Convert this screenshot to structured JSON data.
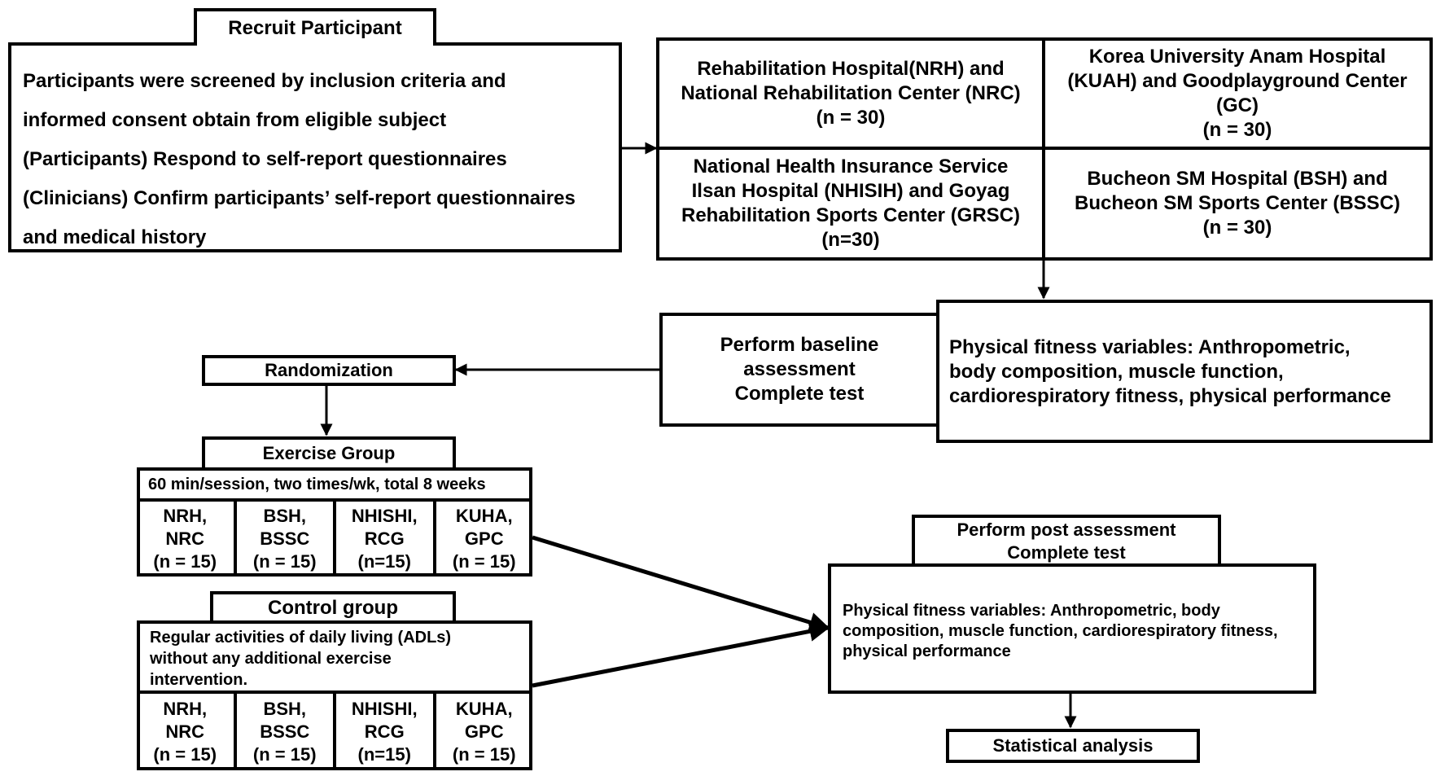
{
  "recruit": {
    "title": "Recruit Participant",
    "line1": "Participants were screened by inclusion criteria and",
    "line2": "informed consent obtain from eligible subject",
    "line3": "(Participants) Respond to self-report questionnaires",
    "line4": "(Clinicians) Confirm participants’ self-report questionnaires",
    "line5": "and medical history"
  },
  "sites": {
    "nrh": {
      "l1": "Rehabilitation Hospital(NRH) and",
      "l2": "National Rehabilitation Center (NRC)",
      "l3": "(n = 30)"
    },
    "kuah": {
      "l1": "Korea University Anam Hospital",
      "l2": "(KUAH) and Goodplayground Center",
      "l3": "(GC)",
      "l4": "(n = 30)"
    },
    "nhisih": {
      "l1": "National Health Insurance Service",
      "l2": "Ilsan Hospital (NHISIH) and Goyag",
      "l3": "Rehabilitation Sports Center (GRSC)",
      "l4": "(n=30)"
    },
    "bsh": {
      "l1": "Bucheon SM Hospital (BSH) and",
      "l2": "Bucheon SM Sports Center (BSSC)",
      "l3": "(n = 30)"
    }
  },
  "baseline": {
    "l1": "Perform baseline",
    "l2": "assessment",
    "l3": "Complete test",
    "vars_l1": "Physical fitness variables: Anthropometric,",
    "vars_l2": "body composition, muscle function,",
    "vars_l3": "cardiorespiratory fitness, physical performance"
  },
  "randomization": {
    "label": "Randomization"
  },
  "exercise": {
    "title": "Exercise Group",
    "desc": "60 min/session, two times/wk, total 8 weeks",
    "cells": [
      {
        "a": "NRH,",
        "b": "NRC",
        "n": "(n = 15)"
      },
      {
        "a": "BSH,",
        "b": "BSSC",
        "n": "(n = 15)"
      },
      {
        "a": "NHISHI,",
        "b": "RCG",
        "n": "(n=15)"
      },
      {
        "a": "KUHA,",
        "b": "GPC",
        "n": "(n = 15)"
      }
    ]
  },
  "control": {
    "title": "Control group",
    "desc1": "Regular activities of daily living (ADLs)",
    "desc2": "without any additional exercise",
    "desc3": "intervention.",
    "cells": [
      {
        "a": "NRH,",
        "b": "NRC",
        "n": "(n = 15)"
      },
      {
        "a": "BSH,",
        "b": "BSSC",
        "n": "(n = 15)"
      },
      {
        "a": "NHISHI,",
        "b": "RCG",
        "n": "(n=15)"
      },
      {
        "a": "KUHA,",
        "b": "GPC",
        "n": "(n = 15)"
      }
    ]
  },
  "post": {
    "l1": "Perform post assessment",
    "l2": "Complete test",
    "vars_l1": "Physical fitness variables: Anthropometric, body",
    "vars_l2": "composition, muscle function, cardiorespiratory fitness,",
    "vars_l3": "physical performance"
  },
  "stats": {
    "label": "Statistical analysis"
  }
}
